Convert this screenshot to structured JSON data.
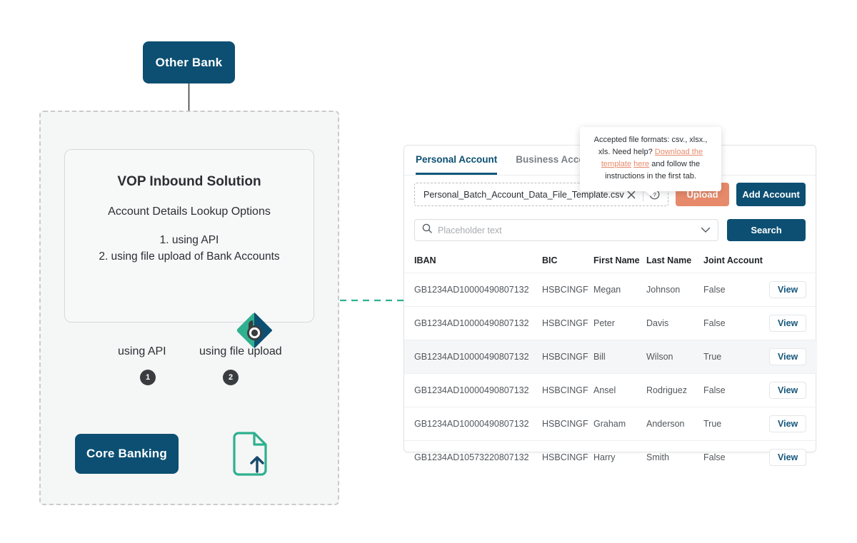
{
  "diagram": {
    "other_bank": {
      "label": "Other Bank"
    },
    "core_banking": {
      "label": "Core Banking"
    },
    "vop_card": {
      "logo_name": "vop-diamond-b-logo",
      "title": "VOP Inbound Solution",
      "subtitle": "Account Details Lookup Options",
      "option_1": "1. using API",
      "option_2": "2. using file upload of Bank Accounts"
    },
    "branches": [
      {
        "badge": "1",
        "label": "using API"
      },
      {
        "badge": "2",
        "label": "using file upload"
      }
    ],
    "file_upload_icon": "file-upload-icon",
    "colors": {
      "node_navy": "#0C4F72",
      "teal": "#2FB08E",
      "arrow_dark": "#3a3d40",
      "dashed_border": "#c9cbcd",
      "region_bg": "#f5f6f6"
    }
  },
  "panel": {
    "tabs": [
      {
        "label": "Personal Account",
        "active": true
      },
      {
        "label": "Business Account",
        "active": false
      }
    ],
    "upload_row": {
      "file_name": "Personal_Batch_Account_Data_File_Template.csv",
      "clear_icon": "close-icon",
      "help_icon": "question-circle-icon",
      "upload_label": "Upload",
      "add_account_label": "Add Account"
    },
    "search_row": {
      "search_icon": "search-icon",
      "placeholder": "Placeholder text",
      "chevron_icon": "chevron-down-icon",
      "search_label": "Search"
    },
    "tooltip": {
      "line1": "Accepted file formats: csv., xlsx., xls.",
      "line2_pre": "Need help? ",
      "link1": "Download the template",
      "link2": "here",
      "line2_post": " and follow the instructions in the first tab."
    },
    "table": {
      "columns": [
        "IBAN",
        "BIC",
        "First Name",
        "Last Name",
        "Joint Account",
        ""
      ],
      "view_label": "View",
      "rows": [
        {
          "iban": "GB1234AD10000490807132",
          "bic": "HSBCINGF",
          "first_name": "Megan",
          "last_name": "Johnson",
          "joint_account": "False",
          "highlight": false
        },
        {
          "iban": "GB1234AD10000490807132",
          "bic": "HSBCINGF",
          "first_name": "Peter",
          "last_name": "Davis",
          "joint_account": "False",
          "highlight": false
        },
        {
          "iban": "GB1234AD10000490807132",
          "bic": "HSBCINGF",
          "first_name": "Bill",
          "last_name": "Wilson",
          "joint_account": "True",
          "highlight": true
        },
        {
          "iban": "GB1234AD10000490807132",
          "bic": "HSBCINGF",
          "first_name": "Ansel",
          "last_name": "Rodriguez",
          "joint_account": "False",
          "highlight": false
        },
        {
          "iban": "GB1234AD10000490807132",
          "bic": "HSBCINGF",
          "first_name": "Graham",
          "last_name": "Anderson",
          "joint_account": "True",
          "highlight": false
        },
        {
          "iban": "GB1234AD10573220807132",
          "bic": "HSBCINGF",
          "first_name": "Harry",
          "last_name": "Smith",
          "joint_account": "False",
          "highlight": false
        }
      ]
    },
    "colors": {
      "primary": "#0C4F72",
      "upload_accent": "#E78A6B",
      "link": "#E78A6B"
    }
  }
}
